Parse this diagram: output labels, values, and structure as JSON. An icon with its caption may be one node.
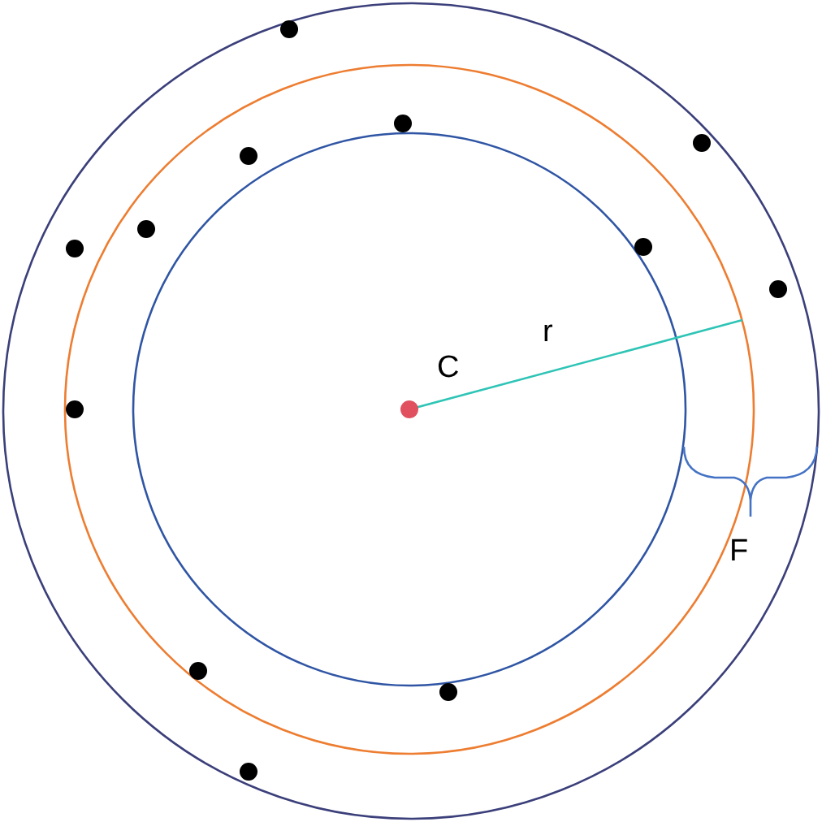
{
  "diagram": {
    "labels": [
      "C",
      "r",
      "F"
    ]
  }
}
